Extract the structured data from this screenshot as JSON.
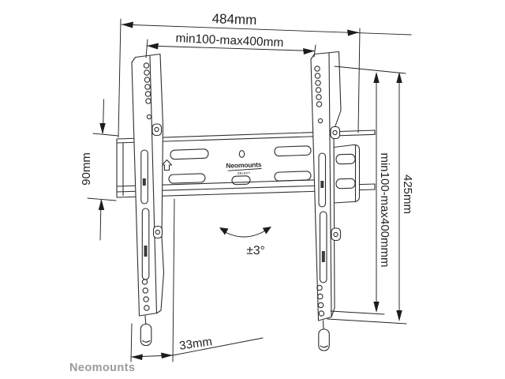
{
  "diagram": {
    "kind": "technical-drawing",
    "product": "fixed TV wall mount",
    "dimensions": {
      "overall_width": "484mm",
      "horizontal_vesa": "min100-max400mm",
      "rail_height": "90mm",
      "vertical_vesa": "min100-max400mmm",
      "bracket_height": "425mm",
      "bottom_offset": "33mm",
      "tilt_range": "±3°"
    },
    "rail_logo": {
      "text": "Neomounts",
      "subtext": "SELECT"
    },
    "brand_watermark": "Neomounts",
    "icons": {
      "rail_direction_arrow": "up-arrow",
      "tilt_arrow": "curved-double-arrow"
    },
    "colors": {
      "line": "#2e2e2e",
      "dimension_text": "#1f1f1f",
      "watermark": "#9b9b9b",
      "background": "#ffffff"
    }
  }
}
